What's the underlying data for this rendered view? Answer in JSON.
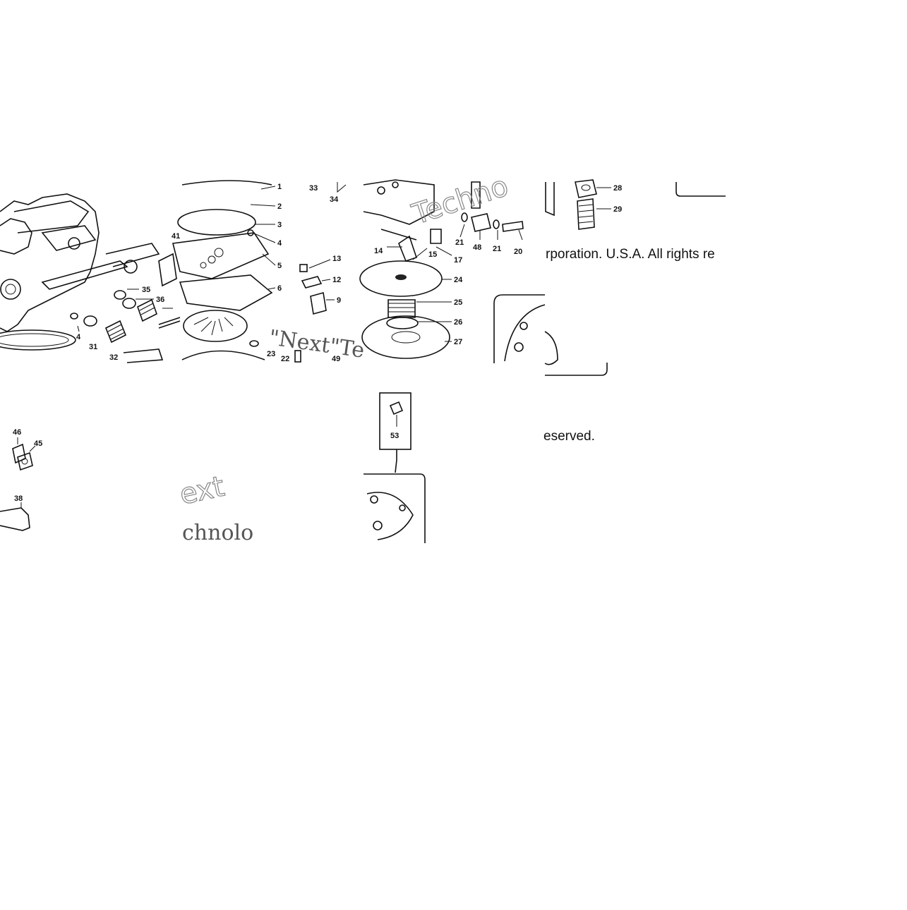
{
  "copyright": {
    "line1": "rporation. U.S.A. All rights re",
    "line2": "eserved."
  },
  "watermarks": {
    "w1": "Techno",
    "w2": "\"Next\"Te",
    "w3": "ext",
    "w4": "chnolo"
  },
  "parts": {
    "p1": "1",
    "p2": "2",
    "p3": "3",
    "p4": "4",
    "p5": "5",
    "p6": "6",
    "p9": "9",
    "p12": "12",
    "p13": "13",
    "p14": "14",
    "p15": "15",
    "p17": "17",
    "p20": "20",
    "p21a": "21",
    "p21b": "21",
    "p22": "22",
    "p23": "23",
    "p24": "24",
    "p25": "25",
    "p26": "26",
    "p27": "27",
    "p28": "28",
    "p29": "29",
    "p31": "31",
    "p32": "32",
    "p33": "33",
    "p34": "34",
    "p35": "35",
    "p36": "36",
    "p38": "38",
    "p4b": "4",
    "p41": "41",
    "p45": "45",
    "p46": "46",
    "p48": "48",
    "p49": "49",
    "p53": "53"
  }
}
